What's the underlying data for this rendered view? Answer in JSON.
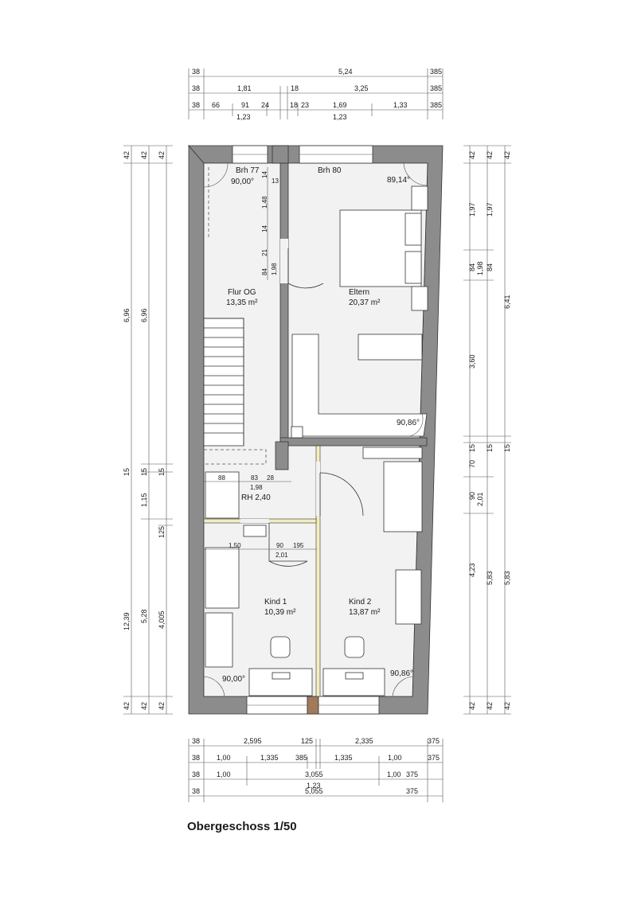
{
  "title": "Obergeschoss 1/50",
  "rooms": [
    {
      "name": "Flur OG",
      "area": "13,35 m²"
    },
    {
      "name": "Eltern",
      "area": "20,37 m²"
    },
    {
      "name": "Kind 1",
      "area": "10,39 m²"
    },
    {
      "name": "Kind 2",
      "area": "13,87 m²"
    }
  ],
  "openings": {
    "brh_left": "Brh 77",
    "brh_right": "Brh 80",
    "rh": "RH 2,40"
  },
  "angles": {
    "top_left": "90,00°",
    "top_right": "89,14°",
    "mid_right": "90,86°",
    "bottom_left": "90,00°",
    "bottom_right": "90,86°"
  },
  "dims_top": [
    [
      "38",
      "5,24",
      "385"
    ],
    [
      "38",
      "1,81",
      "18",
      "3,25",
      "385"
    ],
    [
      "38",
      "66",
      "91",
      "24",
      "18",
      "23",
      "1,69",
      "1,33",
      "385"
    ],
    [
      "1,23",
      "1,23"
    ]
  ],
  "dims_bottom": [
    [
      "38",
      "2,595",
      "125",
      "2,335",
      "375"
    ],
    [
      "38",
      "1,00",
      "1,335",
      "385",
      "1,335",
      "1,00",
      "375"
    ],
    [
      "38",
      "1,00",
      "3,055",
      "1,00",
      "375"
    ],
    [
      "1,23"
    ],
    [
      "38",
      "5,055",
      "375"
    ]
  ],
  "dims_left": [
    [
      "42",
      "6,96",
      "15",
      "12,39",
      "42"
    ],
    [
      "42",
      "6,96",
      "15",
      "1,15",
      "125",
      "5,28",
      "42"
    ],
    [
      "42",
      "15",
      "4,005",
      "42"
    ]
  ],
  "dims_right": [
    [
      "42",
      "1,97",
      "84",
      "3,60",
      "15",
      "70",
      "90",
      "4,23",
      "42"
    ],
    [
      "42",
      "1,97",
      "1,98",
      "84",
      "15",
      "2,01",
      "5,83",
      "42"
    ],
    [
      "42",
      "6,41",
      "15",
      "5,83",
      "42"
    ]
  ],
  "inner_dims": {
    "d14a": "14",
    "d13": "13",
    "d148": "1,48",
    "d14b": "14",
    "d21": "21",
    "d84": "84",
    "d198": "1,98",
    "d88": "88",
    "d83": "83",
    "d28": "28",
    "d198b": "1,98",
    "d150": "1,50",
    "d90": "90",
    "d195": "195",
    "d201": "2,01"
  }
}
